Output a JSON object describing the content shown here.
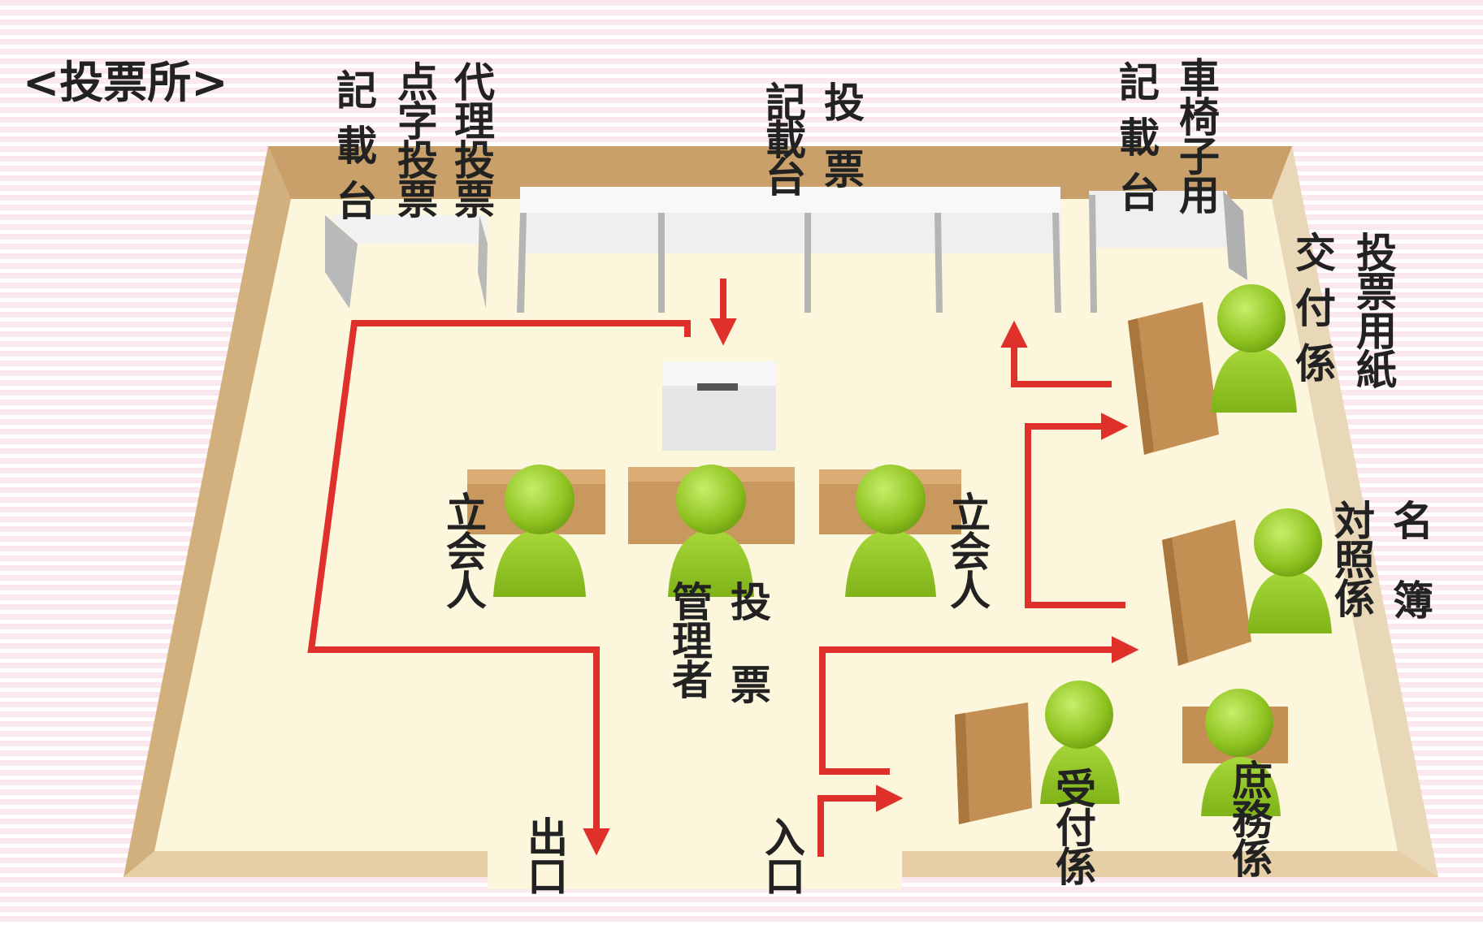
{
  "title": "<投票所>",
  "labels": {
    "booth_left": "記載台",
    "braille": "点字投票",
    "proxy": "代理投票",
    "booth_center": "記載台",
    "voting": "投票",
    "booth_right": "記載台",
    "wheelchair": "車椅子用",
    "ballot_issue_1": "投票用紙",
    "ballot_issue_2": "交付係",
    "witness_left": "立会人",
    "manager_1": "投票",
    "manager_2": "管理者",
    "witness_right": "立会人",
    "registry_1": "名簿",
    "registry_2": "対照係",
    "reception": "受付係",
    "general": "庶務係",
    "exit": "出口",
    "entrance": "入口"
  },
  "colors": {
    "floor": "#fbf6dc",
    "wall": "#dcc196",
    "wall_dark": "#c79b5e",
    "desk": "#c9985e",
    "person": "#8dc21f",
    "arrow": "#e0302a",
    "booth": "#e9e9e9"
  }
}
